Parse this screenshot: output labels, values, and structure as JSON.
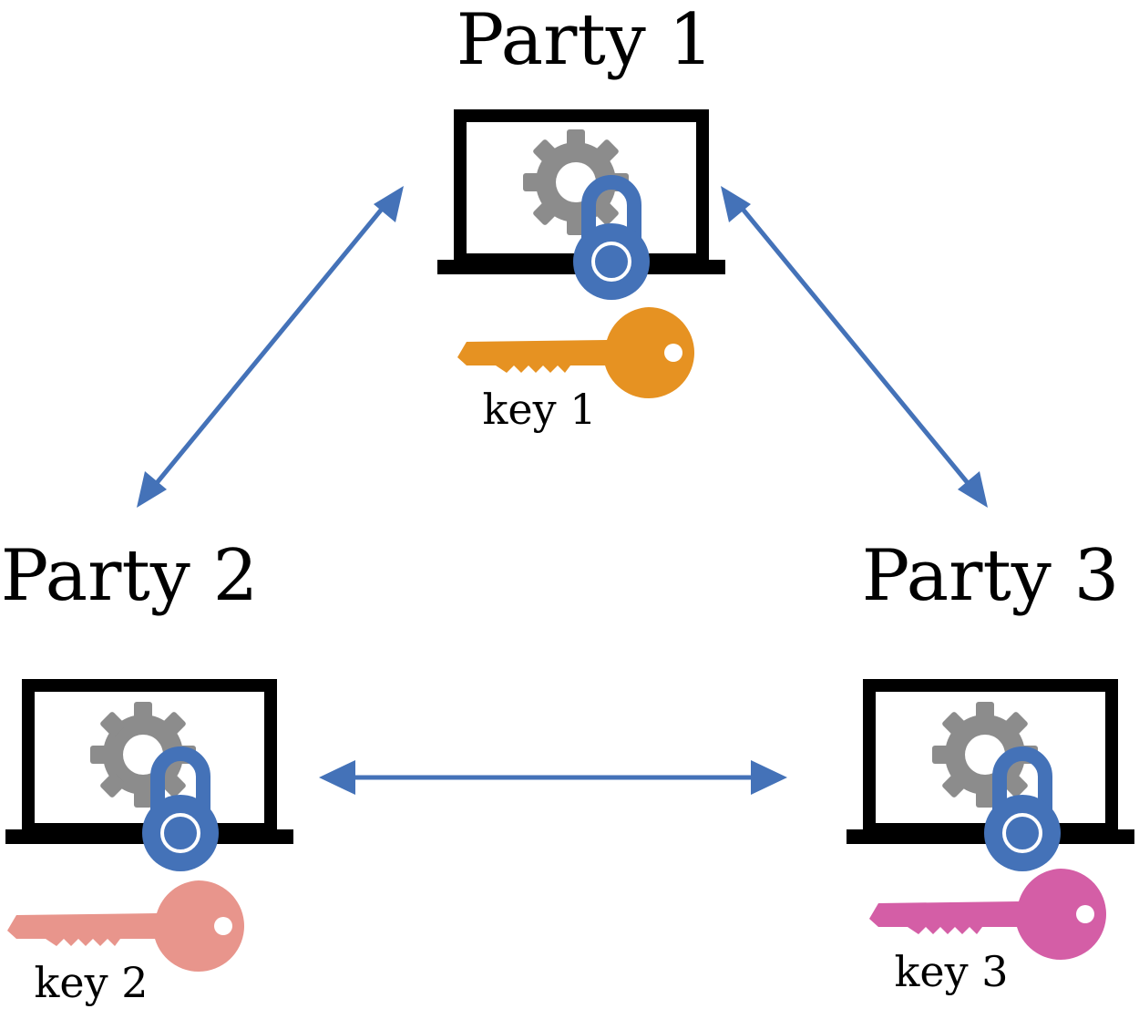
{
  "colors": {
    "arrow": "#4472B8",
    "laptop": "#000000",
    "gear": "#8C8C8C",
    "lock": "#4472B8",
    "key1": "#E69222",
    "key2": "#E8958C",
    "key3": "#D45EA6"
  },
  "icons": [
    "laptop-icon",
    "gear-icon",
    "padlock-icon",
    "key-icon",
    "double-arrow"
  ],
  "parties": [
    {
      "label": "Party 1",
      "key_label": "key 1"
    },
    {
      "label": "Party 2",
      "key_label": "key 2"
    },
    {
      "label": "Party 3",
      "key_label": "key 3"
    }
  ]
}
